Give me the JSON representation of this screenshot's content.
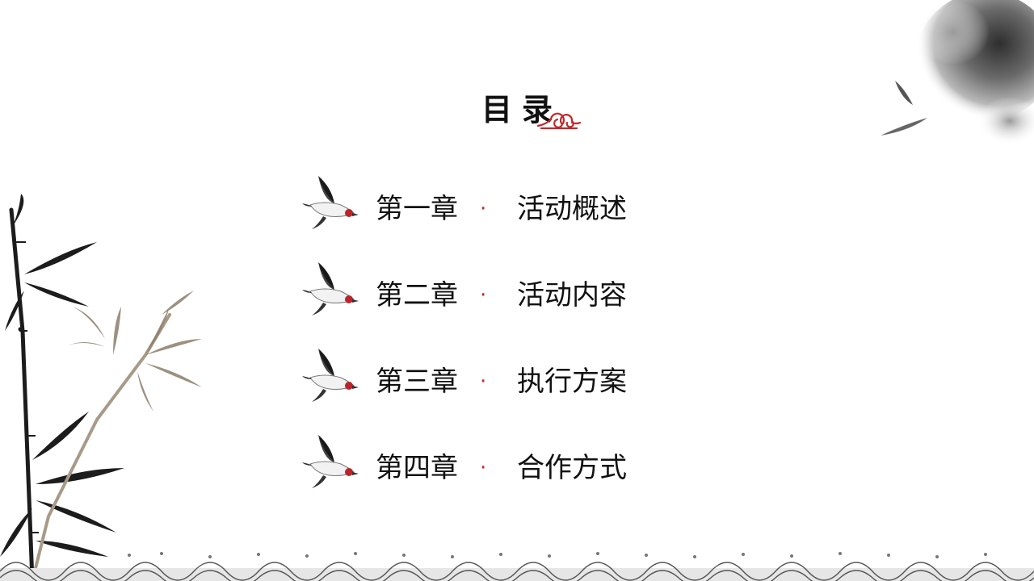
{
  "title": "目录",
  "separator": "·",
  "menu": {
    "items": [
      {
        "chapter": "第一章",
        "label": "活动概述"
      },
      {
        "chapter": "第二章",
        "label": "活动内容"
      },
      {
        "chapter": "第三章",
        "label": "执行方案"
      },
      {
        "chapter": "第四章",
        "label": "合作方式"
      }
    ]
  },
  "colors": {
    "text": "#111111",
    "accent": "#c0282a",
    "ink": "#3a3a3a"
  },
  "icons": [
    "bird-icon",
    "cloud-ornament-icon",
    "ink-cloud-icon",
    "bamboo-icon",
    "wave-border-icon"
  ]
}
